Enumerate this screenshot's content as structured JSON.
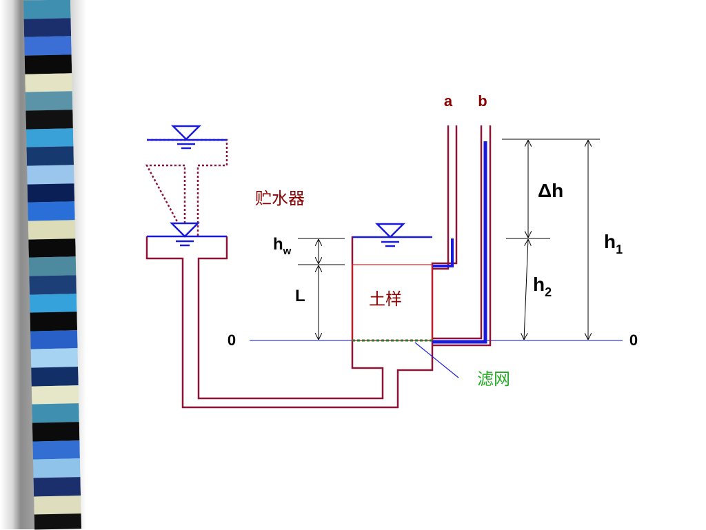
{
  "labels": {
    "a": "a",
    "b": "b",
    "delta_h": "Δh",
    "h1_base": "h",
    "h1_sub": "1",
    "h2_base": "h",
    "h2_sub": "2",
    "hw_base": "h",
    "hw_sub": "w",
    "L": "L",
    "zero_left": "0",
    "zero_right": "0",
    "reservoir": "贮水器",
    "soil_sample": "土样",
    "filter_screen": "滤网"
  },
  "colors": {
    "tube": "#8b1538",
    "water_blue": "#1a1ad9",
    "datum_line": "#3a3ae0",
    "label_red": "#8b0000",
    "label_green": "#22aa22",
    "dimension": "#000000"
  },
  "decoration_bands": [
    "#3f8fb0",
    "#1a2f6b",
    "#3c6fd6",
    "#0a0a0a",
    "#e4e4c4",
    "#5b93a8",
    "#111111",
    "#3aa0d8",
    "#163a70",
    "#9ac6ee",
    "#0b1f57",
    "#2a6fd8",
    "#dcdcb8",
    "#0a0a0a",
    "#4d8aa0",
    "#1d3f78",
    "#35a2dc",
    "#0a0a0a",
    "#2860c8",
    "#a7d3f2",
    "#123067",
    "#e6e6c8",
    "#3f8fb0",
    "#0b0b0b",
    "#336fd2",
    "#8fc3ea",
    "#1a2f6b",
    "#dedebe",
    "#101010",
    "#4a93b6"
  ],
  "icons": [
    "water-surface-icon",
    "water-surface-icon",
    "water-surface-icon"
  ]
}
